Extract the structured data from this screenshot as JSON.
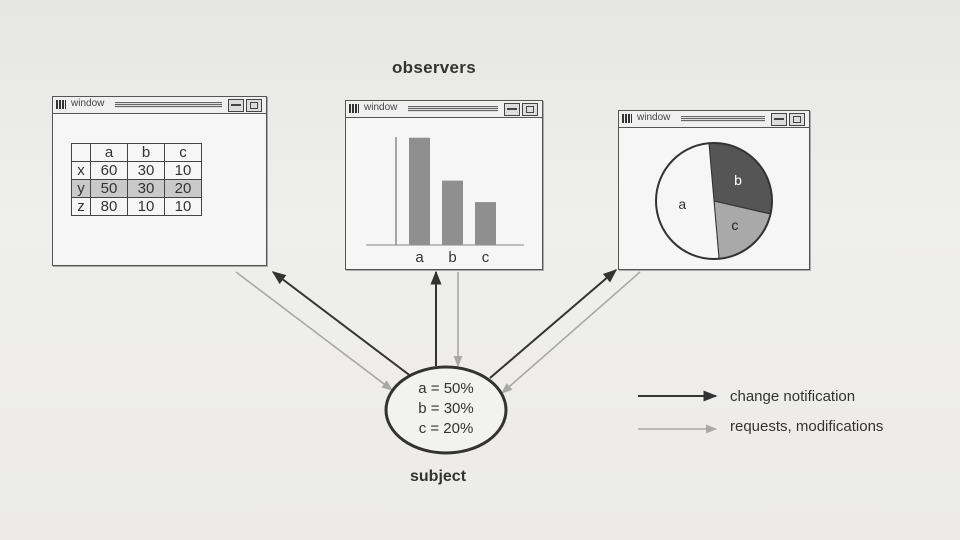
{
  "title": "observers",
  "subject": {
    "label": "subject",
    "lines": [
      "a = 50%",
      "b = 30%",
      "c = 20%"
    ]
  },
  "windows": [
    {
      "title": "window",
      "kind": "table"
    },
    {
      "title": "window",
      "kind": "bar"
    },
    {
      "title": "window",
      "kind": "pie"
    }
  ],
  "table": {
    "columns": [
      "",
      "a",
      "b",
      "c"
    ],
    "rows": [
      {
        "label": "x",
        "values": [
          "60",
          "30",
          "10"
        ]
      },
      {
        "label": "y",
        "values": [
          "50",
          "30",
          "20"
        ]
      },
      {
        "label": "z",
        "values": [
          "80",
          "10",
          "10"
        ]
      }
    ]
  },
  "chart_data": [
    {
      "type": "bar",
      "categories": [
        "a",
        "b",
        "c"
      ],
      "values": [
        50,
        30,
        20
      ],
      "title": "",
      "xlabel": "",
      "ylabel": "",
      "ylim": [
        0,
        55
      ]
    },
    {
      "type": "pie",
      "categories": [
        "a",
        "b",
        "c"
      ],
      "values": [
        50,
        30,
        20
      ],
      "title": ""
    }
  ],
  "legend": {
    "items": [
      {
        "label": "change notification",
        "style": "dark"
      },
      {
        "label": "requests, modifications",
        "style": "light"
      }
    ]
  },
  "colors": {
    "dark_arrow": "#333333",
    "light_arrow": "#a8a8a8",
    "bar_fill": "#8f8f8f",
    "pie_b": "#555555",
    "pie_c": "#a9a9a9",
    "pie_a": "#f6f6f6"
  }
}
